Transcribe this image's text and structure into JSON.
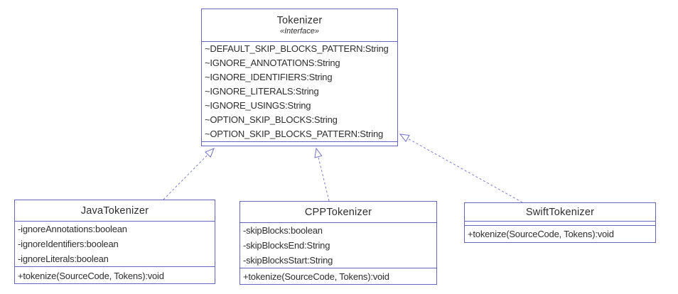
{
  "diagram_type": "uml-class-diagram",
  "colors": {
    "box_border": "#6464c1",
    "arrow_stroke": "#7b7bce",
    "text": "#2e2e2e",
    "background": "#ffffff"
  },
  "classes": {
    "tokenizer": {
      "name": "Tokenizer",
      "stereotype": "«Interface»",
      "attributes": [
        "~DEFAULT_SKIP_BLOCKS_PATTERN:String",
        "~IGNORE_ANNOTATIONS:String",
        "~IGNORE_IDENTIFIERS:String",
        "~IGNORE_LITERALS:String",
        "~IGNORE_USINGS:String",
        "~OPTION_SKIP_BLOCKS:String",
        "~OPTION_SKIP_BLOCKS_PATTERN:String"
      ],
      "operations": []
    },
    "java": {
      "name": "JavaTokenizer",
      "attributes": [
        "-ignoreAnnotations:boolean",
        "-ignoreIdentifiers:boolean",
        "-ignoreLiterals:boolean"
      ],
      "operations": [
        "+tokenize(SourceCode, Tokens):void"
      ]
    },
    "cpp": {
      "name": "CPPTokenizer",
      "attributes": [
        "-skipBlocks:boolean",
        "-skipBlocksEnd:String",
        "-skipBlocksStart:String"
      ],
      "operations": [
        "+tokenize(SourceCode, Tokens):void"
      ]
    },
    "swift": {
      "name": "SwiftTokenizer",
      "attributes": [],
      "operations": [
        "+tokenize(SourceCode, Tokens):void"
      ]
    }
  },
  "relationships": [
    {
      "from": "JavaTokenizer",
      "to": "Tokenizer",
      "type": "realization",
      "line": "dashed",
      "head": "hollow-triangle"
    },
    {
      "from": "CPPTokenizer",
      "to": "Tokenizer",
      "type": "realization",
      "line": "dashed",
      "head": "hollow-triangle"
    },
    {
      "from": "SwiftTokenizer",
      "to": "Tokenizer",
      "type": "realization",
      "line": "dashed",
      "head": "hollow-triangle"
    }
  ]
}
